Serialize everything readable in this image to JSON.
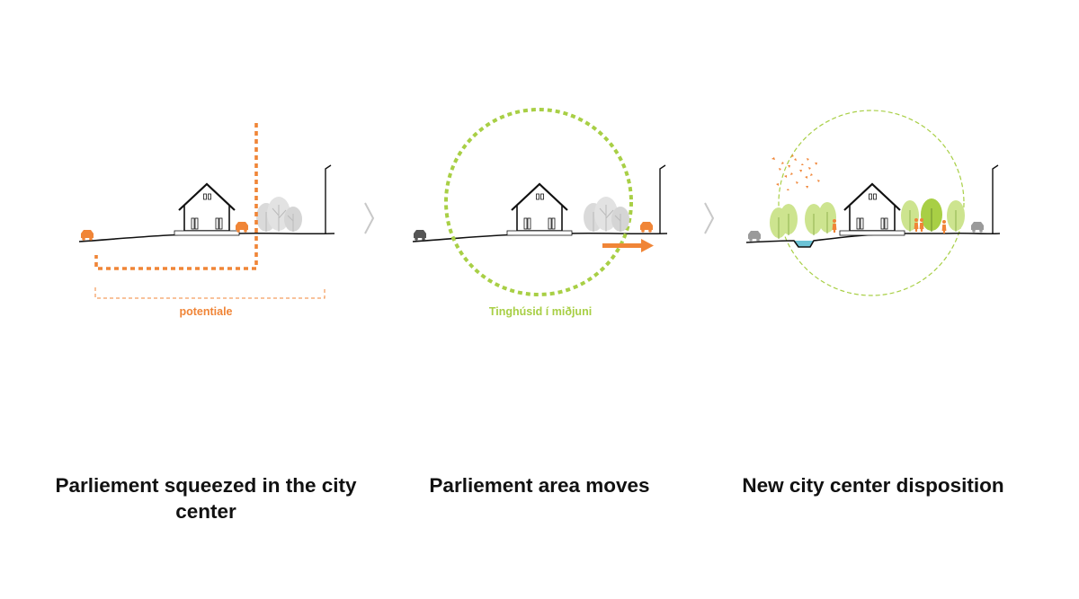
{
  "colors": {
    "orange": "#f08537",
    "green": "#a8cf45",
    "light_green": "#cde48f",
    "water": "#6cc3d6",
    "ink": "#111111",
    "grey": "#d2d2d2",
    "chevron": "#c8c8c8"
  },
  "panels": [
    {
      "label": "potentiale",
      "caption": "Parliement squeezed in the city center"
    },
    {
      "label": "Tinghúsid í miðjuni",
      "caption": "Parliement area moves"
    },
    {
      "label": "",
      "caption": "New city center disposition"
    }
  ],
  "icons": {
    "house": "house-icon",
    "car": "car-icon",
    "tree": "tree-icon",
    "streetlight": "streetlight-icon",
    "arrow": "arrow-right-icon",
    "chevron": "chevron-right-icon",
    "person": "person-icon"
  }
}
